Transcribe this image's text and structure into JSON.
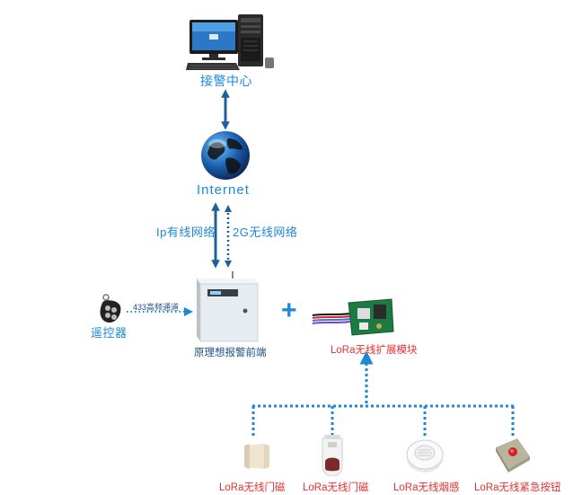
{
  "nodes": {
    "alarm_center": {
      "label": "接警中心",
      "icon": "desktop-computer-icon"
    },
    "internet": {
      "label": "Internet",
      "icon": "globe-icon"
    },
    "panel": {
      "label": "原理想报警前端",
      "icon": "alarm-panel-icon"
    },
    "remote": {
      "label": "遥控器",
      "icon": "remote-keyfob-icon"
    },
    "lora_module": {
      "label": "LoRa无线扩展模块",
      "icon": "circuit-board-icon"
    }
  },
  "links": {
    "ip": "Ip有线网络",
    "gsm": "2G无线网络",
    "rf433": "433高频通道",
    "plus": "+"
  },
  "sensors": [
    {
      "label": "LoRa无线门磁",
      "icon": "door-magnet-icon"
    },
    {
      "label": "LoRa无线门磁",
      "icon": "pir-detector-icon"
    },
    {
      "label": "LoRa无线烟感",
      "icon": "smoke-detector-icon"
    },
    {
      "label": "LoRa无线紧急按钮",
      "icon": "panic-button-icon"
    }
  ],
  "colors": {
    "link": "#1e88d6",
    "sensor_label": "#e23232",
    "arrow": "#1f5f9a"
  }
}
